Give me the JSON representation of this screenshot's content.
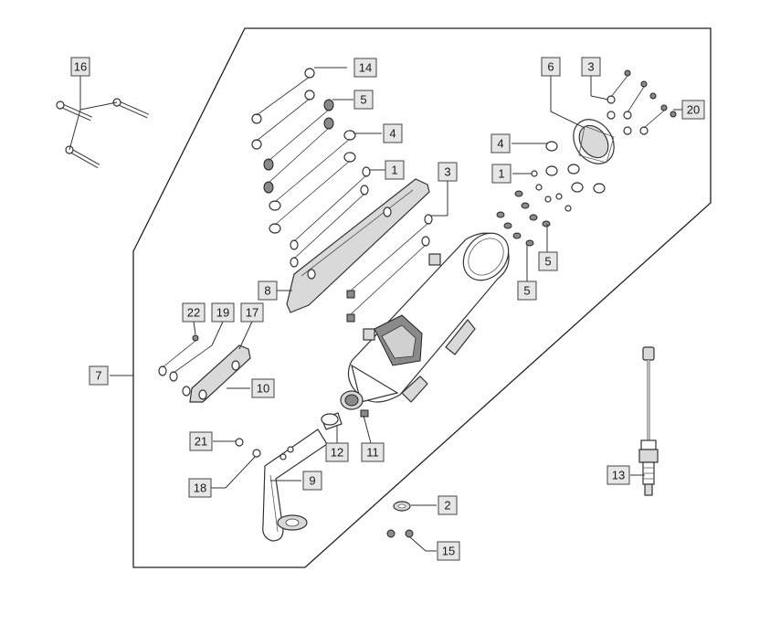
{
  "diagram": {
    "callouts": [
      {
        "id": "c16",
        "label": "16"
      },
      {
        "id": "c14",
        "label": "14"
      },
      {
        "id": "c5a",
        "label": "5"
      },
      {
        "id": "c4a",
        "label": "4"
      },
      {
        "id": "c1a",
        "label": "1"
      },
      {
        "id": "c3a",
        "label": "3"
      },
      {
        "id": "c6",
        "label": "6"
      },
      {
        "id": "c3b",
        "label": "3"
      },
      {
        "id": "c20",
        "label": "20"
      },
      {
        "id": "c4b",
        "label": "4"
      },
      {
        "id": "c1b",
        "label": "1"
      },
      {
        "id": "c5b",
        "label": "5"
      },
      {
        "id": "c5c",
        "label": "5"
      },
      {
        "id": "c8",
        "label": "8"
      },
      {
        "id": "c22",
        "label": "22"
      },
      {
        "id": "c19",
        "label": "19"
      },
      {
        "id": "c17",
        "label": "17"
      },
      {
        "id": "c7",
        "label": "7"
      },
      {
        "id": "c10",
        "label": "10"
      },
      {
        "id": "c21",
        "label": "21"
      },
      {
        "id": "c12",
        "label": "12"
      },
      {
        "id": "c11",
        "label": "11"
      },
      {
        "id": "c18",
        "label": "18"
      },
      {
        "id": "c9",
        "label": "9"
      },
      {
        "id": "c2",
        "label": "2"
      },
      {
        "id": "c15",
        "label": "15"
      },
      {
        "id": "c13",
        "label": "13"
      }
    ]
  }
}
